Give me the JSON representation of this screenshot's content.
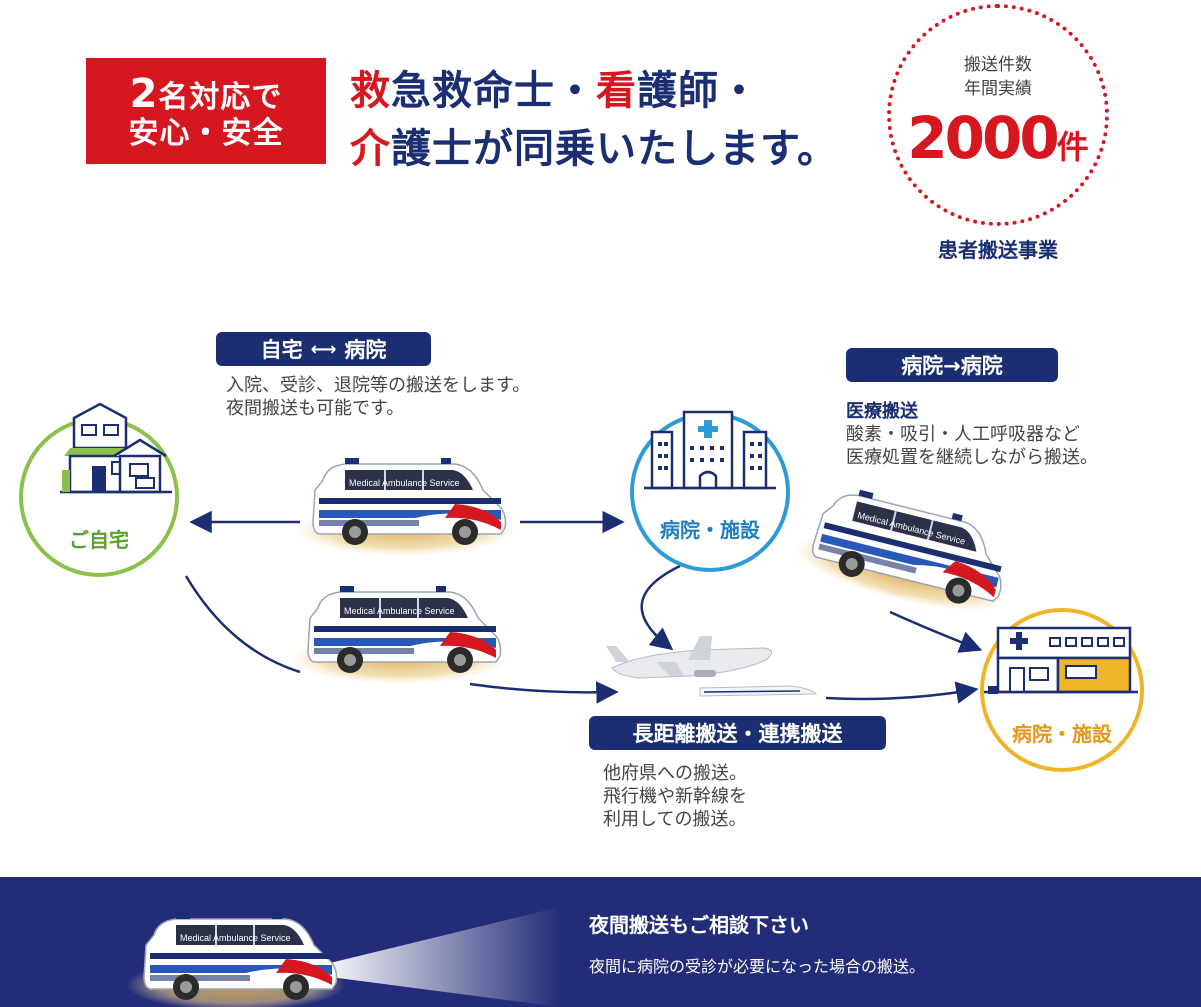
{
  "header": {
    "badge_num": "2",
    "badge_line1_rest": "名対応で",
    "badge_line2": "安心・安全",
    "headline_p1_red": "救",
    "headline_p1": "急救命士・",
    "headline_p1b_red": "看",
    "headline_p1c": "護師・",
    "headline_p2_red": "介",
    "headline_p2": "護士が同乗いたします。"
  },
  "record": {
    "line1": "搬送件数",
    "line2": "年間実績",
    "count": "2000",
    "unit": "件",
    "caption": "患者搬送事業"
  },
  "flow": {
    "home_label": "ご自宅",
    "hospital1_label": "病院・施設",
    "hospital2_label": "病院・施設",
    "route1": {
      "title_a": "自宅",
      "title_b": "病院",
      "desc1": "入院、受診、退院等の搬送をします。",
      "desc2": "夜間搬送も可能です。"
    },
    "route2": {
      "title": "病院→病院",
      "desc_title": "医療搬送",
      "desc1": "酸素・吸引・人工呼吸器など",
      "desc2": "医療処置を継続しながら搬送。"
    },
    "route3": {
      "title": "長距離搬送・連携搬送",
      "desc1": "他府県への搬送。",
      "desc2": "飛行機や新幹線を",
      "desc3": "利用しての搬送。"
    },
    "van_text": "Medical Ambulance Service"
  },
  "bottom": {
    "title": "夜間搬送もご相談下さい",
    "desc": "夜間に病院の受診が必要になった場合の搬送。"
  },
  "colors": {
    "red": "#d7171f",
    "navy": "#1b2e72",
    "green": "#8cc04b",
    "blue": "#2e9bd6",
    "orange": "#f0b429",
    "bottom_bg": "#232c78"
  }
}
